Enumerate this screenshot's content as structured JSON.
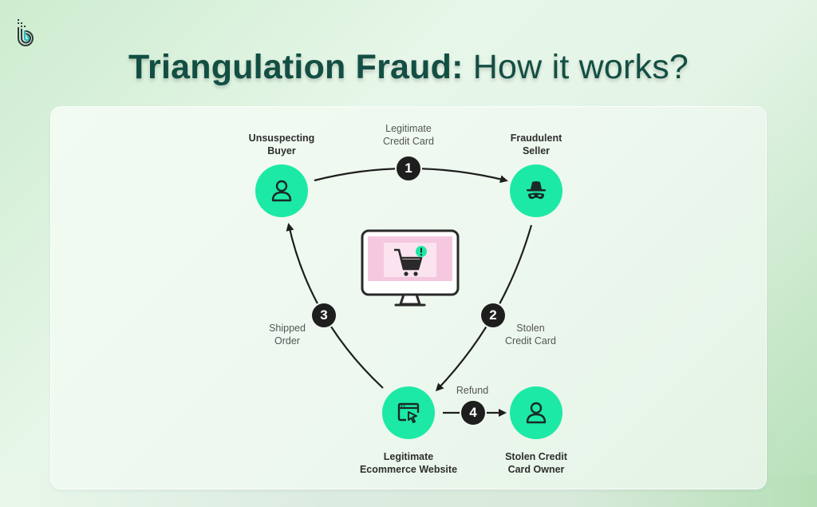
{
  "title": {
    "bold": "Triangulation Fraud:",
    "light": "How it works?"
  },
  "logo": {
    "icon": "brand-b-logo-icon"
  },
  "nodes": {
    "buyer": {
      "label_line1": "Unsuspecting",
      "label_line2": "Buyer",
      "icon": "user-icon"
    },
    "seller": {
      "label_line1": "Fraudulent",
      "label_line2": "Seller",
      "icon": "incognito-spy-icon"
    },
    "website": {
      "label_line1": "Legitimate",
      "label_line2": "Ecommerce Website",
      "icon": "browser-cursor-icon"
    },
    "owner": {
      "label_line1": "Stolen Credit",
      "label_line2": "Card Owner",
      "icon": "user-icon"
    }
  },
  "steps": [
    {
      "number": "1",
      "label_line1": "Legitimate",
      "label_line2": "Credit Card",
      "from": "buyer",
      "to": "seller"
    },
    {
      "number": "2",
      "label_line1": "Stolen",
      "label_line2": "Credit Card",
      "from": "seller",
      "to": "website"
    },
    {
      "number": "3",
      "label_line1": "Shipped",
      "label_line2": "Order",
      "from": "website",
      "to": "buyer"
    },
    {
      "number": "4",
      "label_line1": "Refund",
      "label_line2": "",
      "from": "website",
      "to": "owner"
    }
  ],
  "center": {
    "icon": "monitor-shopping-cart-alert-icon"
  },
  "colors": {
    "accent": "#1de9a6",
    "title": "#134e43",
    "step_bg": "#1e1e1e",
    "screen_pink": "#f5c8e0"
  }
}
